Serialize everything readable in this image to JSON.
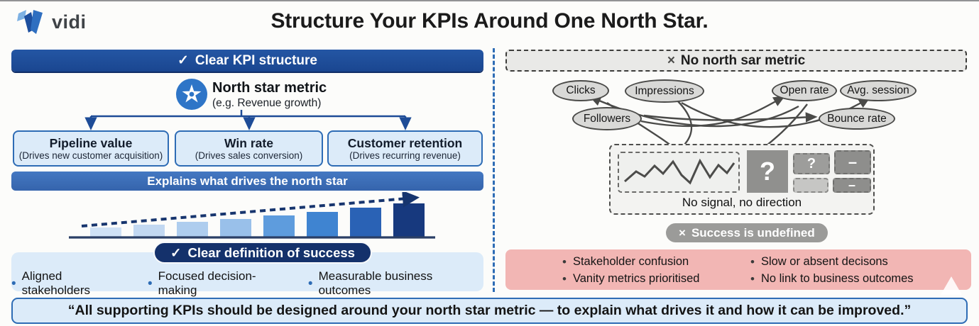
{
  "page": {
    "brand": "vidi",
    "title": "Structure Your KPIs Around One North Star.",
    "quote": "“All supporting KPIs should be designed around your north star metric — to explain what drives it and how it can be improved.”"
  },
  "left_panel": {
    "header": {
      "icon": "✓",
      "label": "Clear KPI structure"
    },
    "north_star": {
      "title": "North star metric",
      "subtitle": "(e.g. Revenue growth)"
    },
    "kpis": [
      {
        "title": "Pipeline value",
        "subtitle": "(Drives new customer acquisition)"
      },
      {
        "title": "Win rate",
        "subtitle": "(Drives sales conversion)"
      },
      {
        "title": "Customer retention",
        "subtitle": "(Drives recurring revenue)"
      }
    ],
    "explains_bar": "Explains what drives the north star",
    "success_pill": {
      "icon": "✓",
      "label": "Clear definition of success"
    },
    "bullets": [
      "Aligned stakeholders",
      "Focused decision-making",
      "Measurable business outcomes"
    ]
  },
  "right_panel": {
    "header": {
      "icon": "×",
      "label": "No north sar metric"
    },
    "bubbles": [
      "Clicks",
      "Impressions",
      "Open rate",
      "Avg. session",
      "Followers",
      "Bounce rate"
    ],
    "no_signal": {
      "question_mark": "?",
      "dash": "–",
      "caption": "No signal, no direction"
    },
    "undefined_pill": {
      "icon": "×",
      "label": "Success is undefined"
    },
    "consequences": [
      "Stakeholder confusion",
      "Vanity metrics prioritised",
      "Slow or absent decisons",
      "No link to business outcomes"
    ]
  },
  "colors": {
    "accent_blue": "#2e6cb5",
    "header_blue": "#1d4e9c",
    "dark_navy": "#14316b",
    "light_blue_fill": "#dcebf9",
    "pink": "#f2b6b4",
    "gray_pill": "#9b9b99"
  },
  "chart_data": {
    "type": "bar",
    "title": "",
    "values_relative": [
      13,
      17,
      21,
      25,
      30,
      35,
      41,
      47
    ],
    "colors": [
      "#cfe1f5",
      "#c2d8f1",
      "#aecdee",
      "#99c0ea",
      "#5e9cdd",
      "#3f84d1",
      "#2a62b5",
      "#17397e"
    ],
    "trend": "ascending dashed arrow"
  }
}
